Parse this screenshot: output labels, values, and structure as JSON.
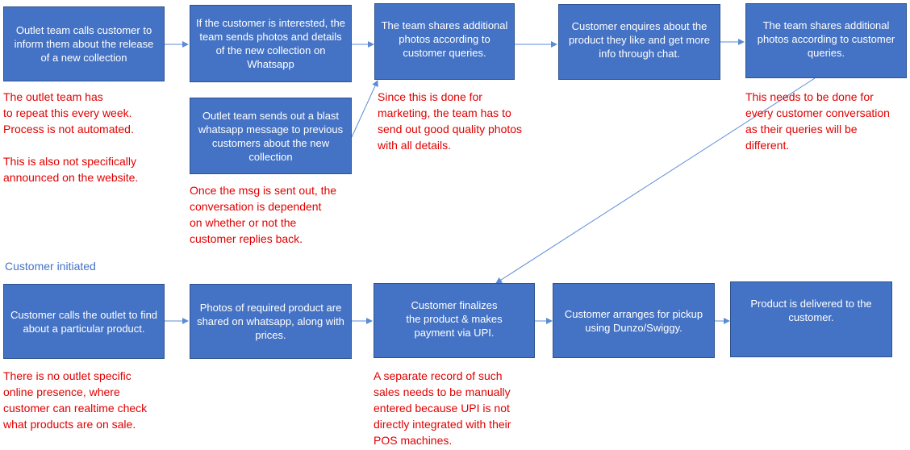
{
  "colors": {
    "box_fill": "#4472c4",
    "box_border": "#2f528f",
    "note_text": "#e00000",
    "arrow": "#5b8bd6",
    "section_label": "#4472c4"
  },
  "section_label": "Customer initiated",
  "boxes": {
    "b1": "Outlet team calls customer to inform them about the release of a new collection",
    "b2": "If the customer is interested, the team sends photos and details of the new collection on Whatsapp",
    "b3": "Outlet team sends out a blast whatsapp message to previous customers about the new collection",
    "b4": "The team shares additional photos according to customer queries.",
    "b5": "Customer enquires about the product they like and get more info through chat.",
    "b6": "The team shares additional photos according to customer queries.",
    "b7": "Customer calls the outlet to find about a particular product.",
    "b8": "Photos of required product are shared on whatsapp, along with prices.",
    "b9": "Customer finalizes\nthe product & makes\npayment via UPI.",
    "b10": "Customer arranges for pickup using Dunzo/Swiggy.",
    "b11": "Product  is delivered to the customer."
  },
  "notes": {
    "n1": "The outlet team has\nto repeat this every week.\nProcess is not automated.\n\nThis is also not specifically\nannounced on the website.",
    "n2": "Once the msg is sent out, the\nconversation is dependent\non whether or not the\ncustomer replies back.",
    "n3": "Since this is done for\nmarketing, the team has to\nsend out good quality photos\nwith all details.",
    "n4": "This needs to be done for\nevery customer conversation\nas their queries will be\ndifferent.",
    "n5": "There is no outlet specific\nonline presence, where\ncustomer can realtime check\nwhat products are on sale.",
    "n6": "A separate record of such\nsales needs to be manually\nentered because UPI is not\ndirectly integrated with their\nPOS machines."
  }
}
